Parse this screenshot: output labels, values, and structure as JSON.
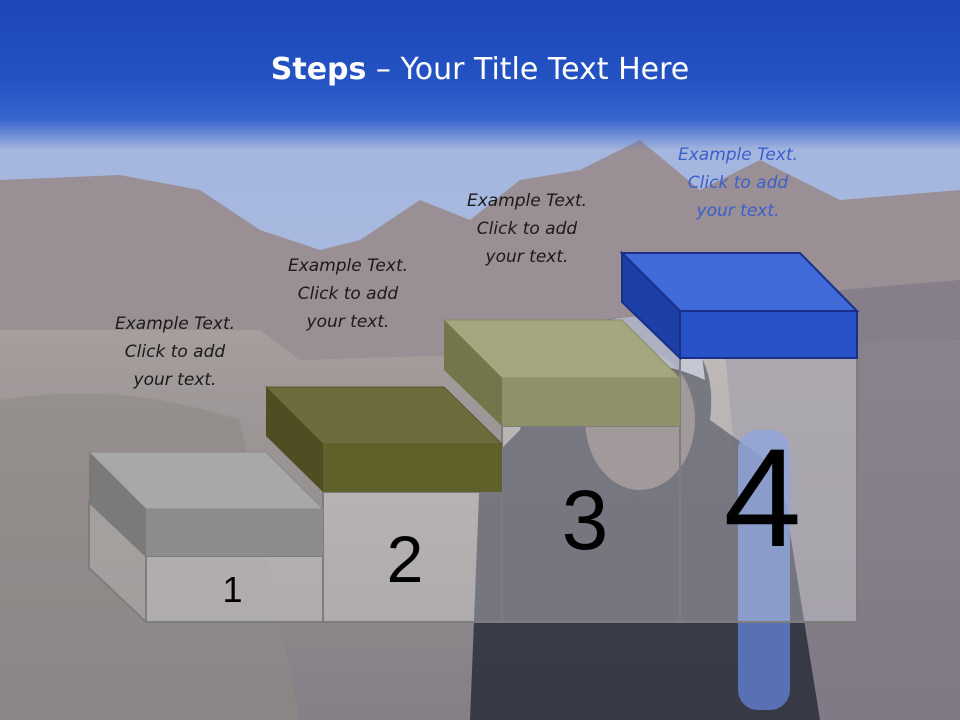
{
  "slide": {
    "title_bold": "Steps",
    "title_rest": " – Your Title Text Here"
  },
  "steps": [
    {
      "number": "1",
      "line1": "Example Text.",
      "line2": "Click  to add",
      "line3": "your text.",
      "color": "#8c8c8c"
    },
    {
      "number": "2",
      "line1": "Example Text.",
      "line2": "Click  to add",
      "line3": "your text.",
      "color": "#60602a"
    },
    {
      "number": "3",
      "line1": "Example Text.",
      "line2": "Click  to add",
      "line3": "your text.",
      "color": "#8f916a"
    },
    {
      "number": "4",
      "line1": "Example Text.",
      "line2": "Click  to add",
      "line3": "your text.",
      "color": "#2a52c8"
    }
  ]
}
